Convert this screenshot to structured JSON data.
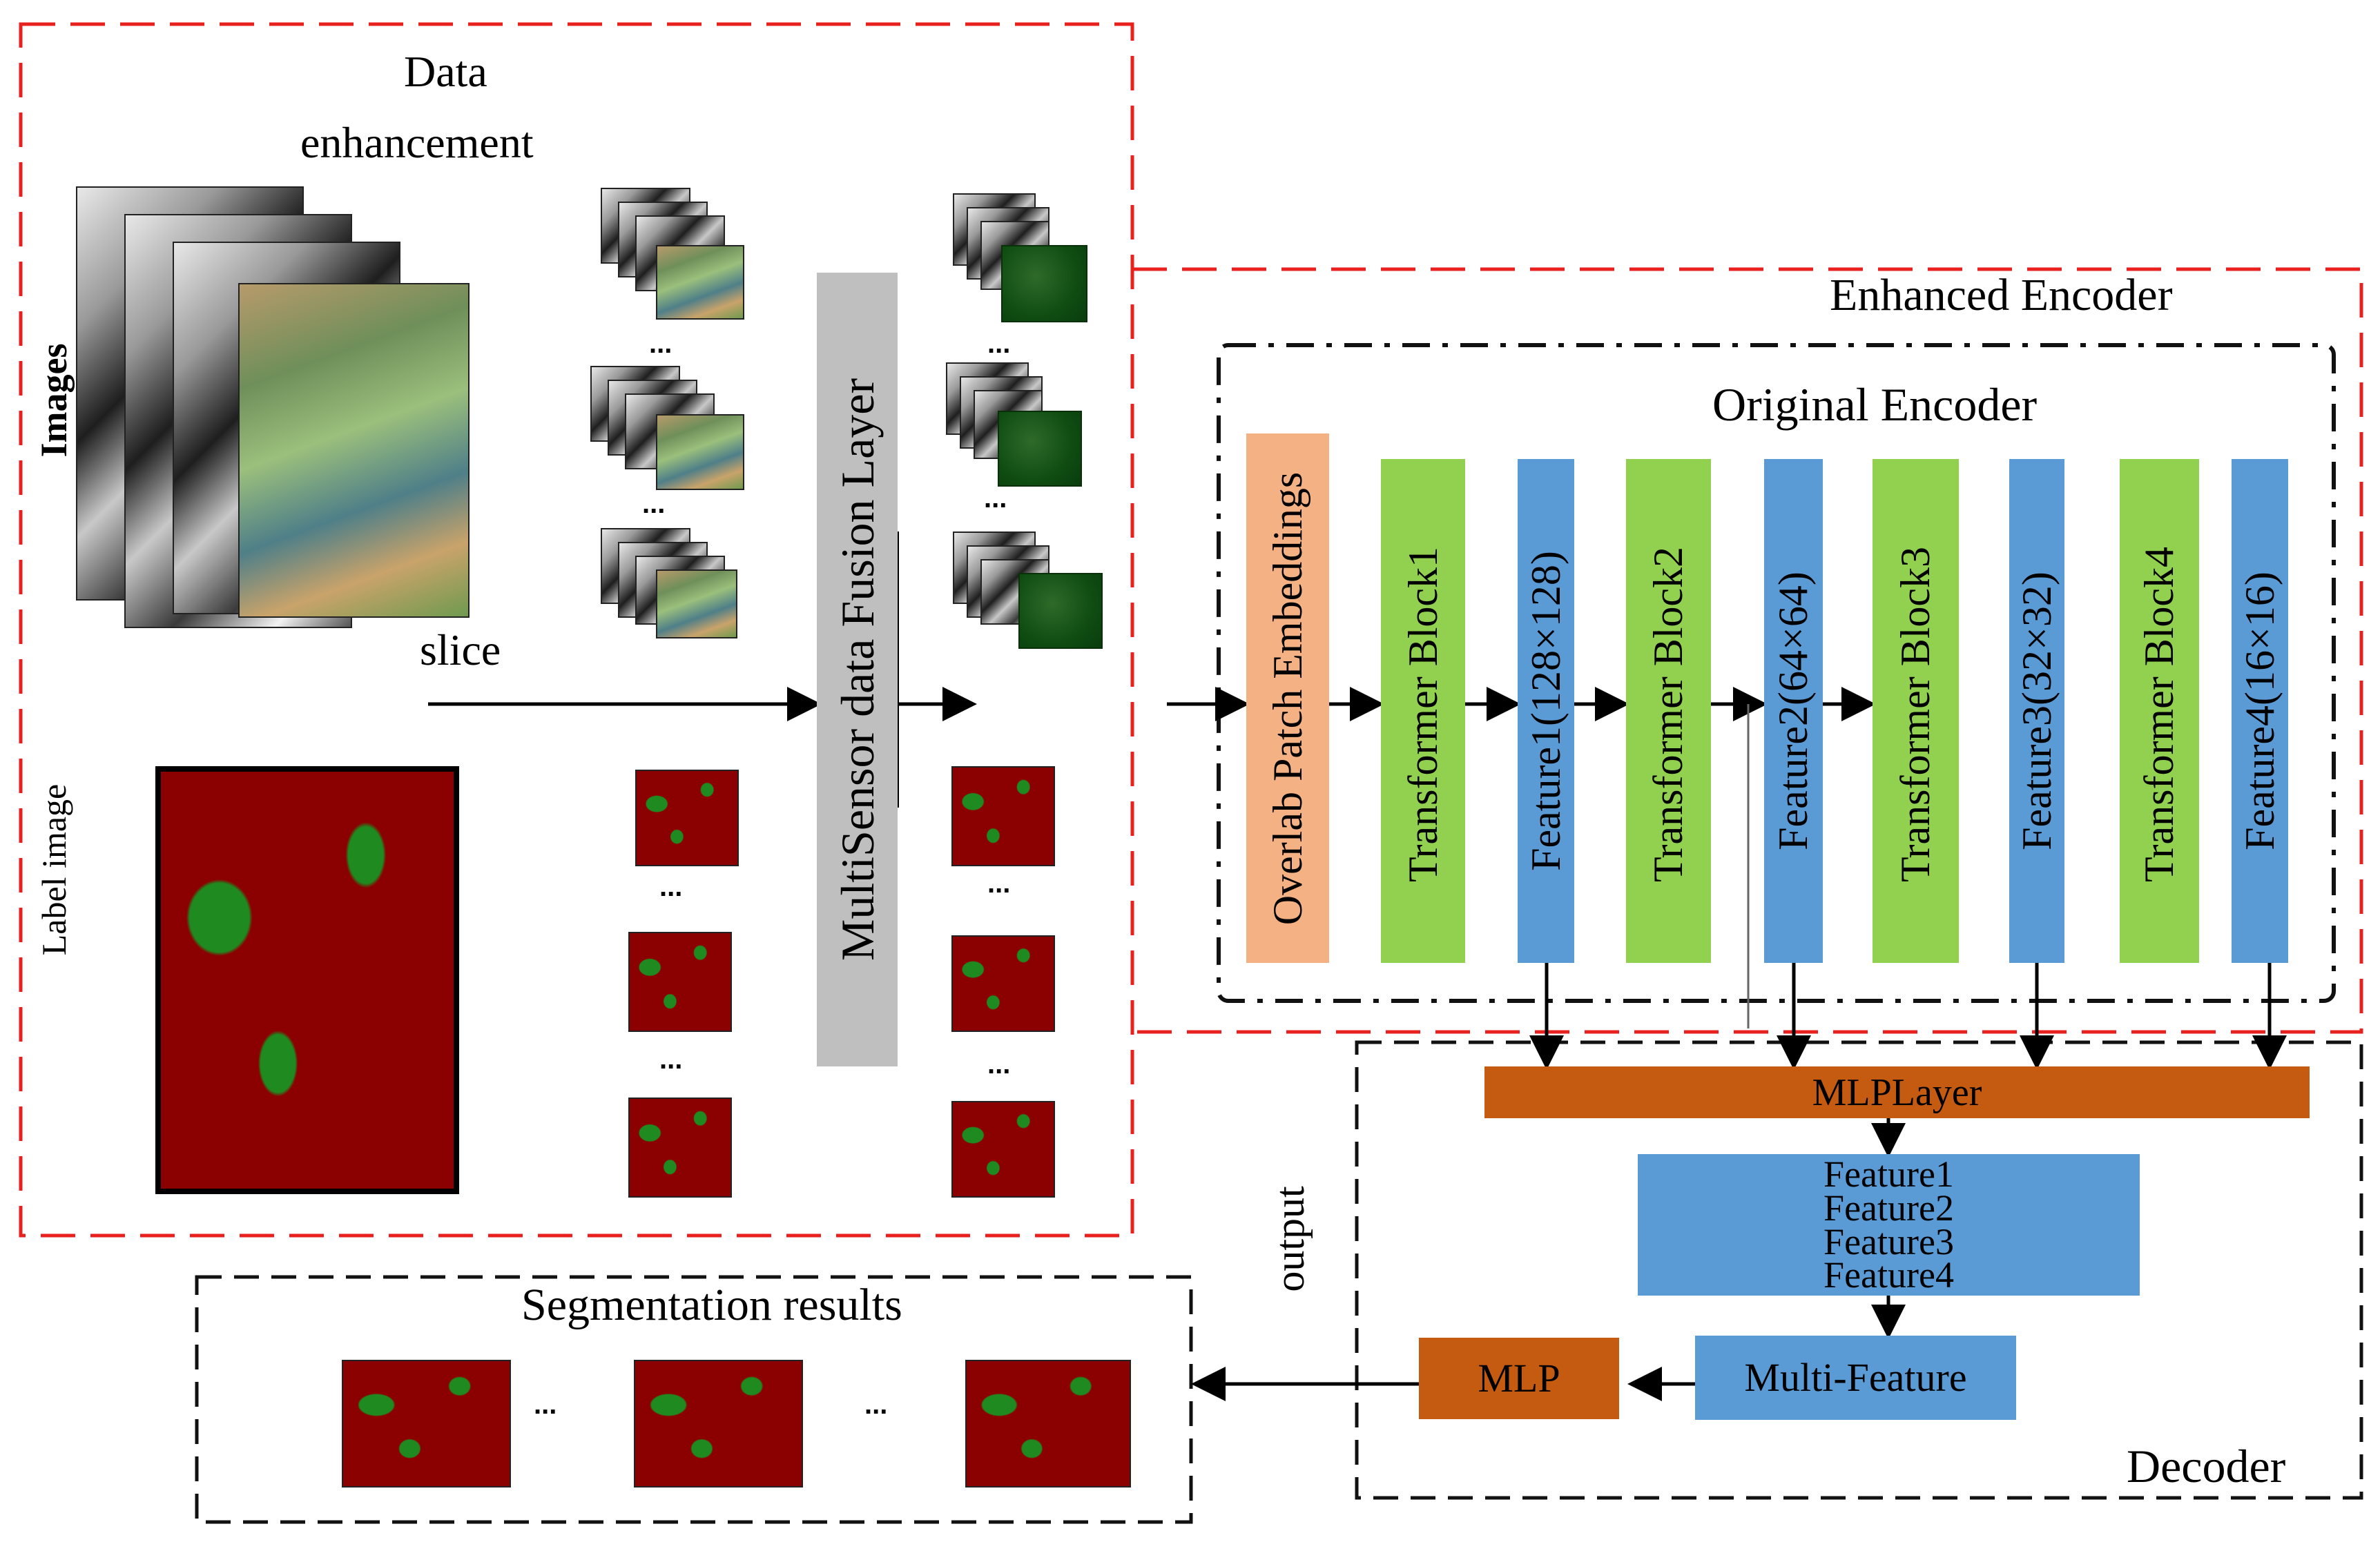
{
  "labels": {
    "data_enhancement_l1": "Data",
    "data_enhancement_l2": "enhancement",
    "images": "Images",
    "label_image": "Label image",
    "slice": "slice",
    "fusion": "MultiSensor data  Fusion Layer",
    "enhanced_encoder": "Enhanced Encoder",
    "original_encoder": "Original Encoder",
    "overlab": "Overlab Patch Embeddings",
    "tb1": "Transformer Block1",
    "f1": "Feature1(128×128)",
    "tb2": "Transformer Block2",
    "f2": "Feature2(64×64)",
    "tb3": "Transformer Block3",
    "f3": "Feature3(32×32)",
    "tb4": "Transformer Block4",
    "f4": "Feature4(16×16)",
    "mlplayer": "MLPLayer",
    "feat1": "Feature1",
    "feat2": "Feature2",
    "feat3": "Feature3",
    "feat4": "Feature4",
    "multi_feature": "Multi-Feature",
    "mlp": "MLP",
    "output": "output",
    "decoder": "Decoder",
    "seg_results": "Segmentation results",
    "ellipsis": "..."
  },
  "colors": {
    "red_dash": "#e8211f",
    "orange_box": "#f4b183",
    "green_box": "#92d050",
    "blue_box": "#5b9bd5",
    "brown_box": "#c55a11",
    "gray_box": "#bfbfbf"
  }
}
